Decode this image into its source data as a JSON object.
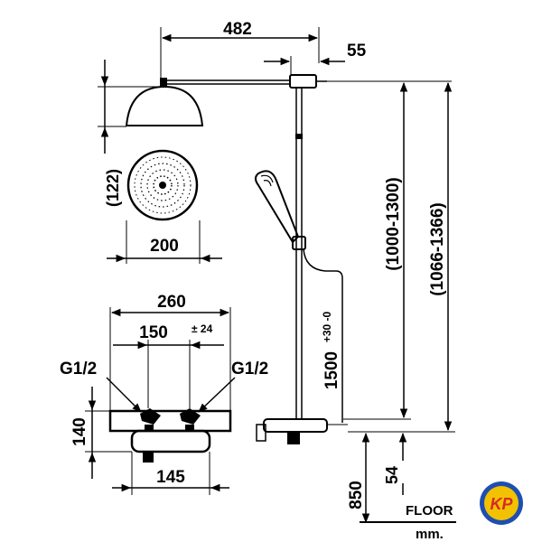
{
  "dimensions": {
    "arm_length": "482",
    "arm_offset": "55",
    "head_height": "(122)",
    "head_diameter": "200",
    "height_range_a": "(1000-1300)",
    "height_range_b": "(1066-1366)",
    "mixer_width": "260",
    "inlet_centers": "150",
    "inlet_tolerance": "± 24",
    "thread_left": "G1/2",
    "thread_right": "G1/2",
    "mixer_height": "140",
    "mixer_base": "145",
    "rail_length": "1500",
    "rail_tolerance": "+30 -0",
    "mixer_floor_height": "850",
    "mixer_offset": "54"
  },
  "labels": {
    "floor": "FLOOR",
    "unit": "mm."
  },
  "logo": {
    "text": "KP",
    "colors": [
      "#1e4fb0",
      "#f2c200",
      "#d62a2a"
    ]
  }
}
